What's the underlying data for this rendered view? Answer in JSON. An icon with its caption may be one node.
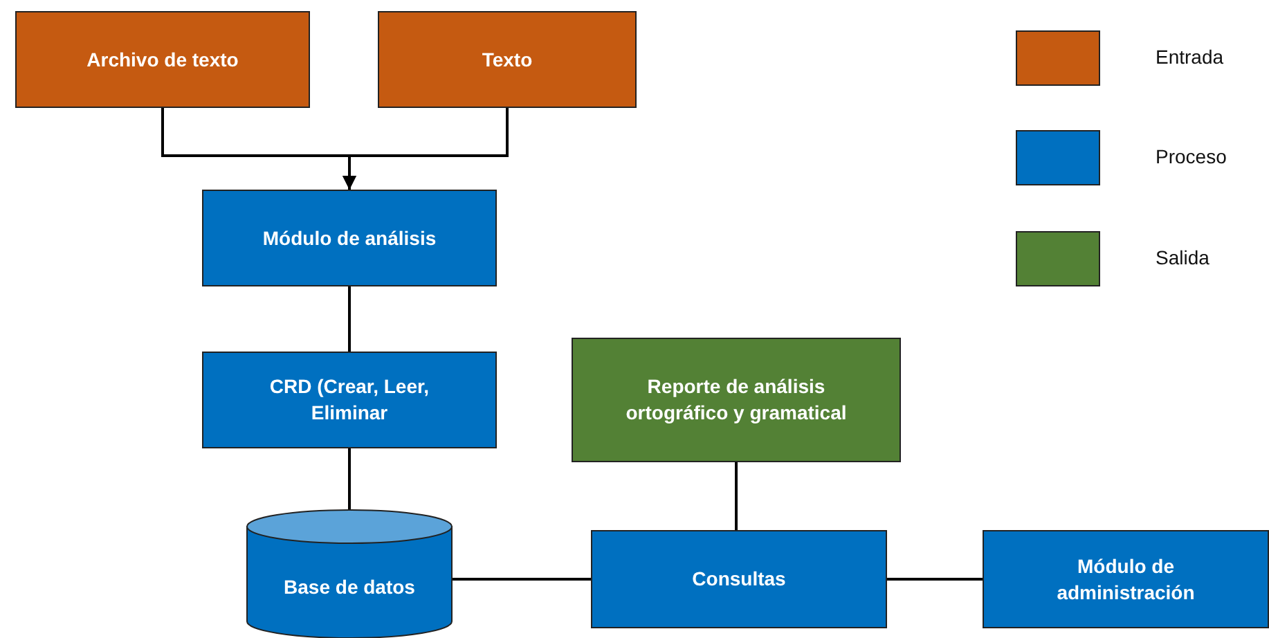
{
  "diagram": {
    "nodes": [
      {
        "text": [
          "Archivo de texto"
        ]
      },
      {
        "text": [
          "Texto"
        ]
      },
      {
        "text": [
          "Módulo de análisis"
        ]
      },
      {
        "text": [
          "CRD (Crear, Leer, Eliminar"
        ]
      },
      {
        "text": [
          "Reporte de análisis ortográfico y gramatical"
        ]
      },
      {
        "text": [
          "Base de datos"
        ]
      },
      {
        "text": [
          "Consultas"
        ]
      },
      {
        "text": [
          "Módulo de administración"
        ]
      }
    ],
    "edges": [
      {
        "from": 0,
        "to": 2,
        "arrow": "to"
      },
      {
        "from": 1,
        "to": 2,
        "arrow": "to"
      },
      {
        "from": 2,
        "to": 3,
        "arrow": "none"
      },
      {
        "from": 3,
        "to": 5,
        "arrow": "none"
      },
      {
        "from": 4,
        "to": 6,
        "arrow": "none"
      },
      {
        "from": 5,
        "to": 6,
        "arrow": "none"
      },
      {
        "from": 6,
        "to": 7,
        "arrow": "none"
      }
    ],
    "legend": [
      {
        "text": "Entrada",
        "color": "#c55a11"
      },
      {
        "text": "Proceso",
        "color": "#0070c0"
      },
      {
        "text": "Salida",
        "color": "#538135"
      }
    ]
  }
}
